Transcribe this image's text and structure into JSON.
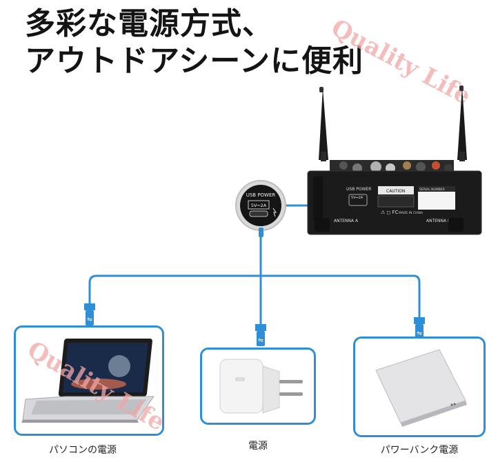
{
  "headline": {
    "line1": "多彩な電源方式、",
    "line2": "アウトドアシーンに便利"
  },
  "watermark": "Quality Life",
  "device": {
    "usb_power_label": "USB POWER",
    "usb_spec": "5V⎓2A",
    "antenna_a": "ANTENNA A",
    "antenna_b": "ANTENNA B",
    "serial_number": "SERIAL NUMBER",
    "made_in": "MADE IN CHINA",
    "caution": "CAUTION"
  },
  "sources": [
    {
      "label": "パソコンの電源",
      "icon": "laptop-icon"
    },
    {
      "label": "電源",
      "icon": "wall-charger-icon"
    },
    {
      "label": "パワーバンク電源",
      "icon": "power-bank-icon"
    }
  ],
  "colors": {
    "cable": "#2f8fd6",
    "box_border": "#2f8fd6",
    "device_body": "#1b1b1b",
    "watermark": "#f2a6a6"
  }
}
